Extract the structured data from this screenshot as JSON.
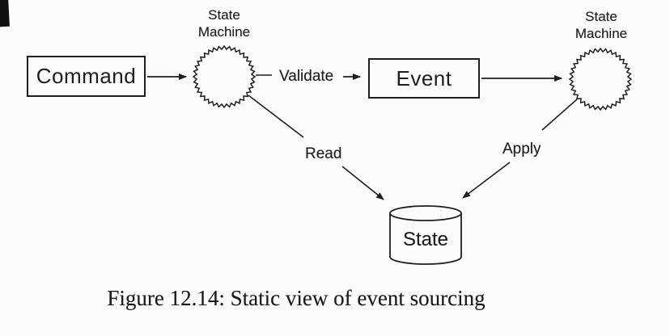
{
  "figure": {
    "caption": "Figure 12.14: Static view of event sourcing",
    "nodes": {
      "command_label": "Command",
      "event_label": "Event",
      "state_machine_left_label": "State Machine",
      "state_machine_right_label": "State Machine",
      "state_store_label": "State"
    },
    "edge_labels": {
      "validate": "Validate",
      "read": "Read",
      "apply": "Apply"
    },
    "colors": {
      "ink": "#1e1e1e",
      "paper": "#fcfcfa"
    }
  }
}
